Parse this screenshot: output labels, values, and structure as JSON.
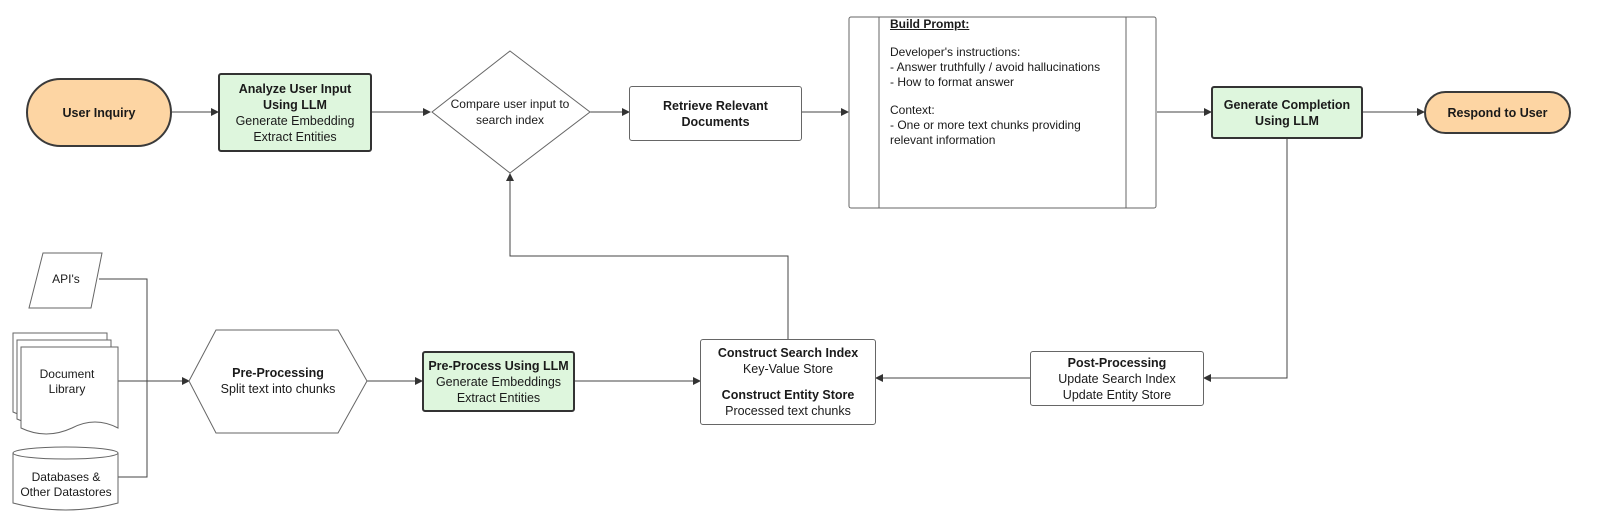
{
  "nodes": {
    "user_inquiry": "User Inquiry",
    "analyze": {
      "title": "Analyze User Input Using LLM",
      "lines": [
        "Generate Embedding",
        "Extract Entities"
      ]
    },
    "compare": "Compare user input to search index",
    "retrieve": "Retrieve Relevant Documents",
    "build_prompt": {
      "title": "Build Prompt:",
      "instructions_label": "Developer's instructions:",
      "instructions": [
        "- Answer truthfully / avoid hallucinations",
        "- How to format answer"
      ],
      "context_label": "Context:",
      "context": [
        "- One or more text chunks providing relevant information"
      ]
    },
    "generate": "Generate Completion Using LLM",
    "respond": "Respond to User",
    "apis": "API's",
    "doc_library": "Document Library",
    "databases": "Databases & Other Datastores",
    "preprocessing": {
      "title": "Pre-Processing",
      "sub": "Split text into chunks"
    },
    "preprocess_llm": {
      "title": "Pre-Process Using LLM",
      "lines": [
        "Generate Embeddings",
        "Extract Entities"
      ]
    },
    "construct": {
      "title1": "Construct Search Index",
      "sub1": "Key-Value Store",
      "title2": "Construct Entity Store",
      "sub2": "Processed text chunks"
    },
    "postprocessing": {
      "title": "Post-Processing",
      "lines": [
        "Update Search Index",
        "Update Entity Store"
      ]
    }
  },
  "colors": {
    "terminal": "#fdd5a3",
    "llm": "#def6dd",
    "stroke": "#333333"
  }
}
